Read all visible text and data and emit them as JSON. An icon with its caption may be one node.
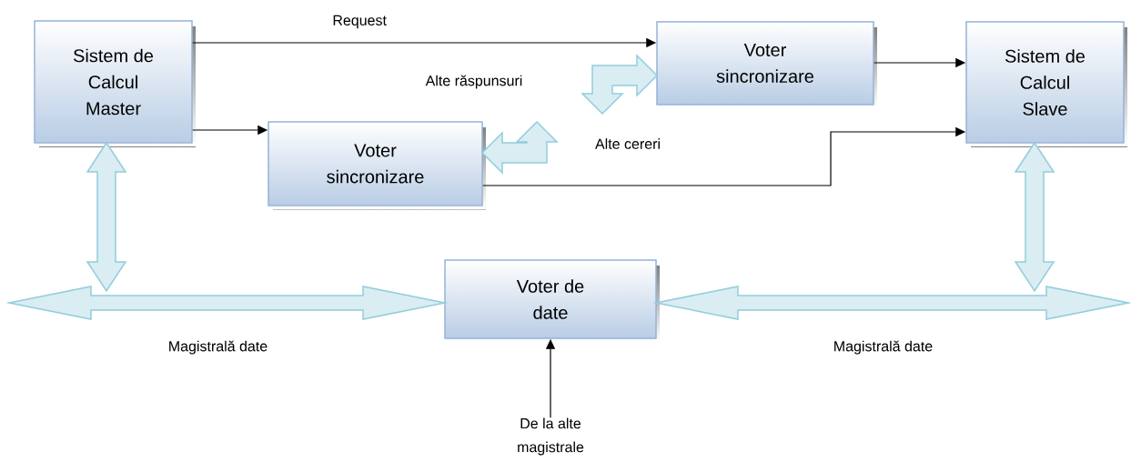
{
  "diagram": {
    "nodes": [
      {
        "text": [
          "Sistem de Calcul Master"
        ]
      },
      {
        "text": [
          "Voter sincronizare"
        ]
      },
      {
        "text": [
          "Sistem de Calcul Slave"
        ]
      },
      {
        "text": [
          "Voter sincronizare"
        ]
      },
      {
        "text": [
          "Voter de date"
        ]
      },
      {
        "text": [
          "De la alte magistrale"
        ]
      }
    ],
    "edges": [
      {
        "from": 0,
        "to": 1,
        "arrow": "to",
        "label": "Request"
      },
      {
        "from": 0,
        "to": 3,
        "arrow": "to"
      },
      {
        "from": 1,
        "to": 2,
        "arrow": "to"
      },
      {
        "from": 3,
        "to": 2,
        "arrow": "to"
      },
      {
        "from": null,
        "to": 1,
        "arrow": "both",
        "style": "thick",
        "color": "#92cddc"
      },
      {
        "from": null,
        "to": 3,
        "arrow": "both",
        "style": "thick",
        "color": "#92cddc"
      },
      {
        "from": 0,
        "to": null,
        "arrow": "both",
        "style": "thick",
        "color": "#92cddc"
      },
      {
        "from": 2,
        "to": null,
        "arrow": "both",
        "style": "thick",
        "color": "#92cddc"
      },
      {
        "from": null,
        "to": 4,
        "arrow": "both",
        "style": "thick",
        "color": "#92cddc",
        "label": "Magistrală date"
      },
      {
        "from": 4,
        "to": null,
        "arrow": "both",
        "style": "thick",
        "color": "#92cddc",
        "label": "Magistrală date"
      },
      {
        "from": 5,
        "to": 4,
        "arrow": "to"
      }
    ],
    "labels": [
      "Alte răspunsuri",
      "Alte cereri"
    ]
  }
}
